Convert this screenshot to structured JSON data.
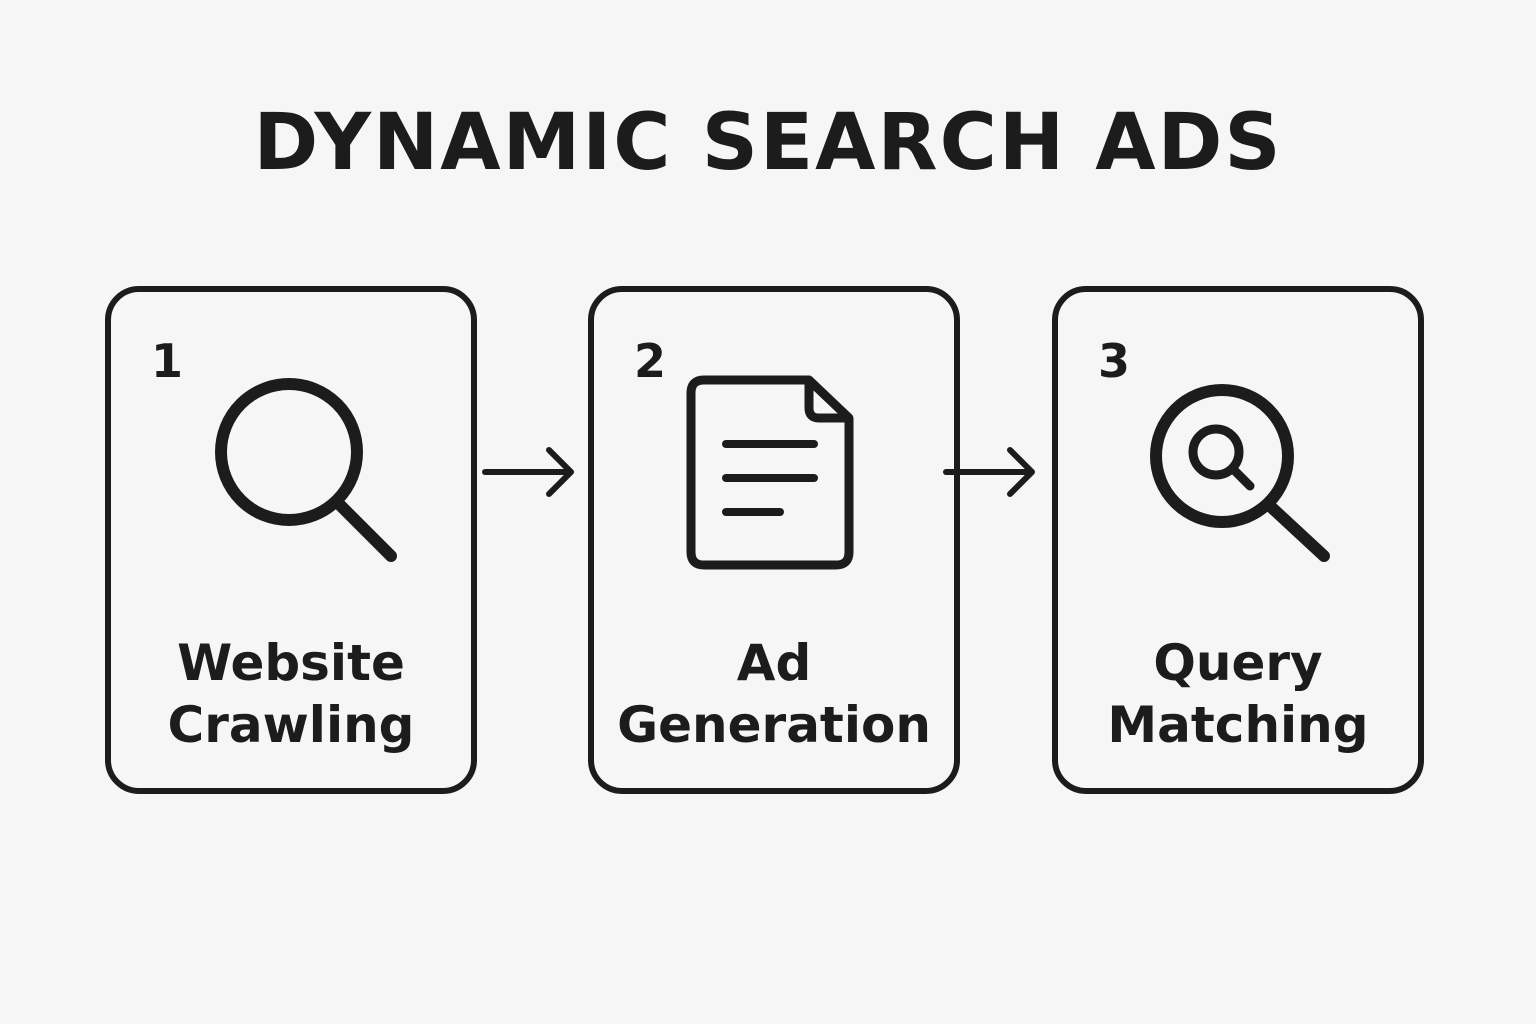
{
  "title": "DYNAMIC SEARCH ADS",
  "steps": [
    {
      "number": "1",
      "label_lines": [
        "Website",
        "Crawling"
      ],
      "icon": "magnifying-glass-icon"
    },
    {
      "number": "2",
      "label_lines": [
        "Ad",
        "Generation"
      ],
      "icon": "document-icon"
    },
    {
      "number": "3",
      "label_lines": [
        "Query",
        "Matching"
      ],
      "icon": "nested-magnifier-icon"
    }
  ],
  "colors": {
    "background": "#f6f6f6",
    "ink": "#1c1c1c"
  }
}
